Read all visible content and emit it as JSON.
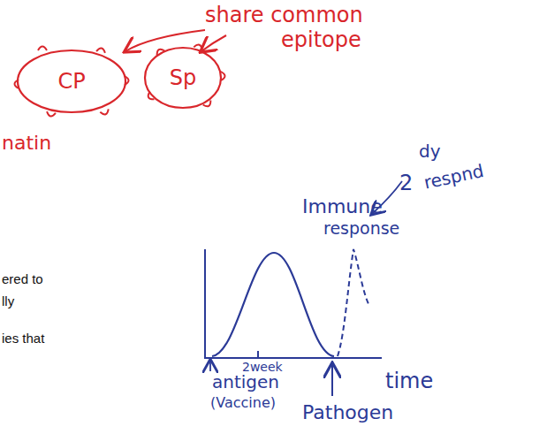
{
  "diagram": {
    "nodes": [
      {
        "text": [
          "CP"
        ]
      },
      {
        "text": [
          "Sp"
        ]
      }
    ],
    "labels": [
      "share common",
      "epitope",
      "natin",
      "Immune",
      "response",
      "2",
      "dy",
      "respnd",
      "2week",
      "antigen",
      "(Vaccine)",
      "time",
      "Pathogen",
      "ered to",
      "lly",
      "ies that"
    ]
  }
}
